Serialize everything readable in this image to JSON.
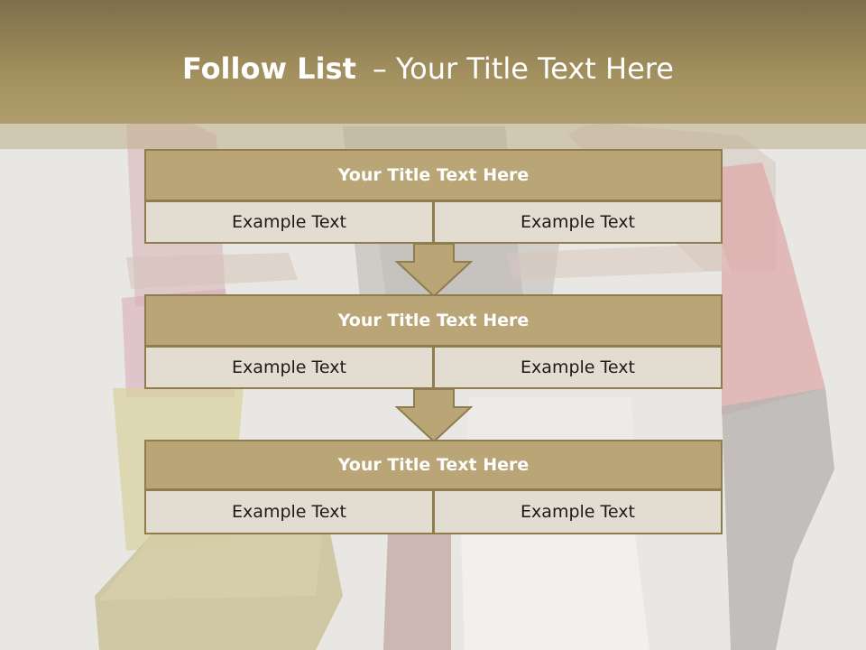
{
  "slide": {
    "title_bold": "Follow List",
    "title_separator": "–",
    "title_rest": "Your Title Text Here"
  },
  "steps": [
    {
      "heading": "Your Title Text Here",
      "left": "Example Text",
      "right": "Example Text"
    },
    {
      "heading": "Your Title Text Here",
      "left": "Example Text",
      "right": "Example Text"
    },
    {
      "heading": "Your Title Text Here",
      "left": "Example Text",
      "right": "Example Text"
    }
  ],
  "colors": {
    "header": "#a3905f",
    "block_fill": "#b9a576",
    "block_border": "#8f7d50",
    "cell_fill": "#e3ddd1"
  }
}
